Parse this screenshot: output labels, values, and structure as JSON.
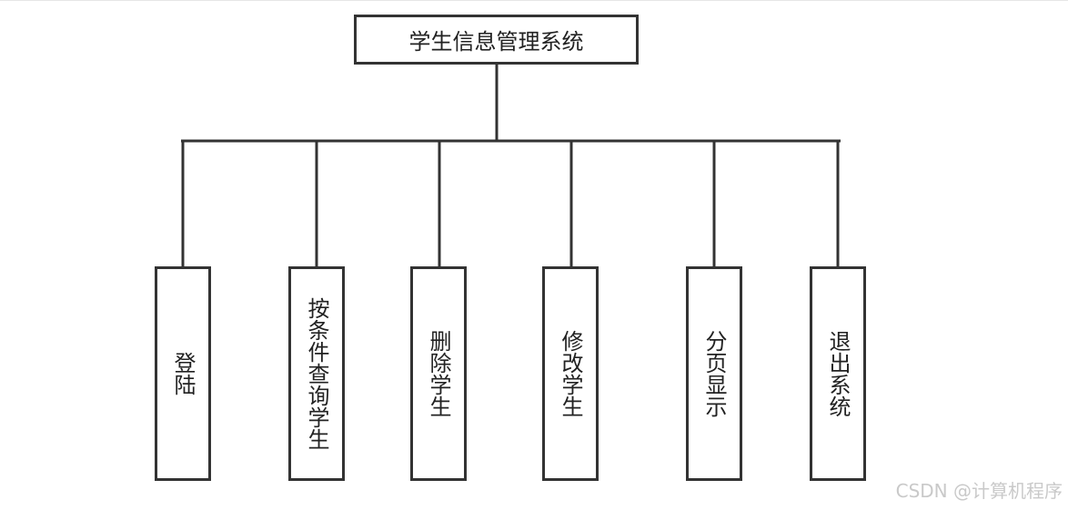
{
  "diagram": {
    "root": {
      "label": "学生信息管理系统"
    },
    "children": [
      {
        "label": "登陆"
      },
      {
        "label": "按条件查询学生"
      },
      {
        "label": "删除学生"
      },
      {
        "label": "修改学生"
      },
      {
        "label": "分页显示"
      },
      {
        "label": "退出系统"
      }
    ]
  },
  "watermark": {
    "text": "CSDN @计算机程序"
  },
  "colors": {
    "stroke": "#333333",
    "background": "#ffffff",
    "watermark": "#c9c9c9"
  }
}
